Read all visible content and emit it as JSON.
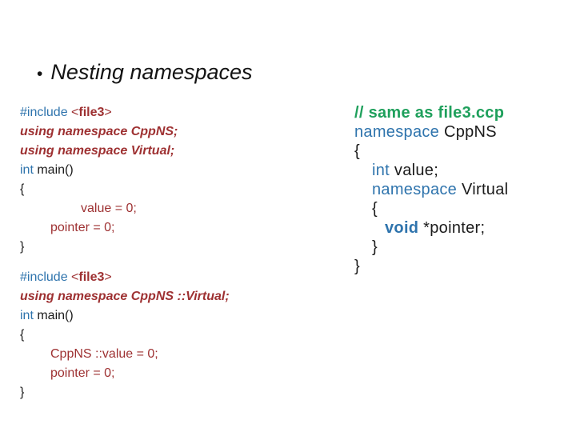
{
  "title": {
    "bullet": "•",
    "text": "Nesting namespaces"
  },
  "colors": {
    "keyword_blue": "#2F74AD",
    "dark_red": "#9E3132",
    "comment_green": "#1FA05C",
    "text_black": "#1B1B1B",
    "background": "#FFFFFF"
  },
  "code": {
    "left1": [
      {
        "s": [
          {
            "t": "#include "
          },
          {
            "t": "<"
          },
          {
            "t": "file3"
          },
          {
            "t": ">"
          }
        ]
      },
      {
        "s": [
          {
            "t": "using namespace CppNS;"
          }
        ]
      },
      {
        "s": [
          {
            "t": "using namespace Virtual;"
          }
        ]
      },
      {
        "s": [
          {
            "t": "int "
          },
          {
            "t": "main()"
          }
        ]
      },
      {
        "s": [
          {
            "t": "{"
          }
        ]
      },
      {
        "s": [
          {
            "t": "value = 0;"
          }
        ]
      },
      {
        "s": [
          {
            "t": "pointer = 0;"
          }
        ]
      },
      {
        "s": [
          {
            "t": "}"
          }
        ]
      }
    ],
    "left2": [
      {
        "s": [
          {
            "t": "#include "
          },
          {
            "t": "<"
          },
          {
            "t": "file3"
          },
          {
            "t": ">"
          }
        ]
      },
      {
        "s": [
          {
            "t": "using namespace CppNS ::Virtual;"
          }
        ]
      },
      {
        "s": [
          {
            "t": "int "
          },
          {
            "t": "main()"
          }
        ]
      },
      {
        "s": [
          {
            "t": "{"
          }
        ]
      },
      {
        "s": [
          {
            "t": "CppNS ::value = 0;"
          }
        ]
      },
      {
        "s": [
          {
            "t": "pointer = 0;"
          }
        ]
      },
      {
        "s": [
          {
            "t": "}"
          }
        ]
      }
    ],
    "right": [
      {
        "s": [
          {
            "t": "// same as file3.ccp"
          }
        ]
      },
      {
        "s": [
          {
            "t": "namespace "
          },
          {
            "t": "CppNS"
          }
        ]
      },
      {
        "s": [
          {
            "t": "{"
          }
        ]
      },
      {
        "s": [
          {
            "t": "int "
          },
          {
            "t": "value;"
          }
        ]
      },
      {
        "s": [
          {
            "t": "namespace "
          },
          {
            "t": "Virtual"
          }
        ]
      },
      {
        "s": [
          {
            "t": "{"
          }
        ]
      },
      {
        "s": [
          {
            "t": "void "
          },
          {
            "t": "*pointer;"
          }
        ]
      },
      {
        "s": [
          {
            "t": "}"
          }
        ]
      },
      {
        "s": [
          {
            "t": "}"
          }
        ]
      }
    ]
  }
}
